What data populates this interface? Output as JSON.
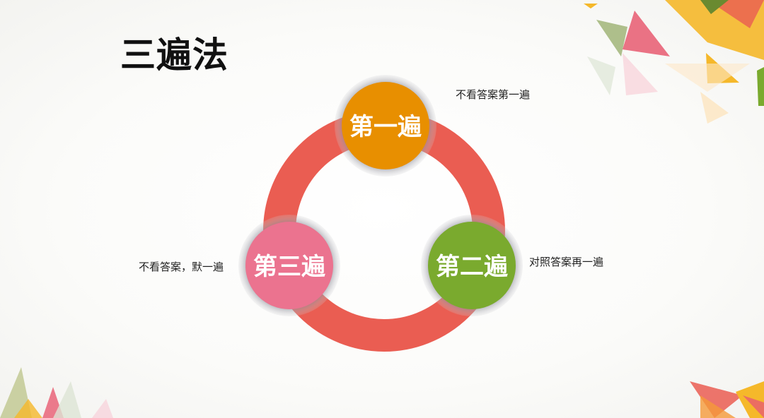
{
  "slide": {
    "title": "三遍法",
    "steps": [
      {
        "label": "第一遍",
        "note": "不看答案第一遍",
        "color": "#e88f00"
      },
      {
        "label": "第二遍",
        "note": "对照答案再一遍",
        "color": "#7aaa2e"
      },
      {
        "label": "第三遍",
        "note": "不看答案，默一遍",
        "color": "#eb738f"
      }
    ],
    "ring_color": "#ea5d52"
  }
}
